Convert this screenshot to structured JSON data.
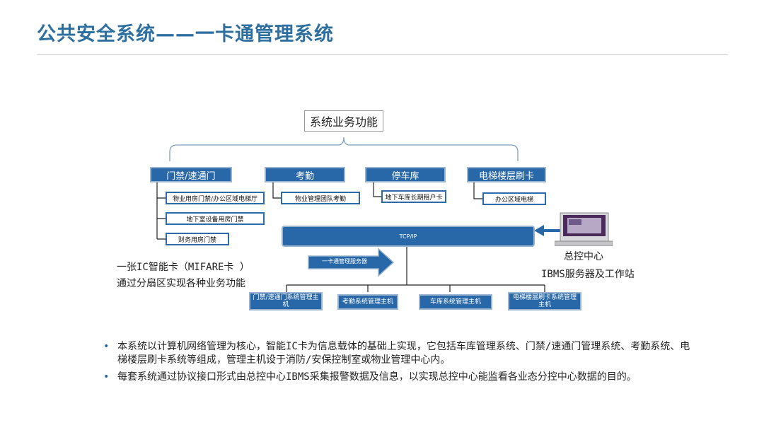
{
  "title": "公共安全系统——一卡通管理系统",
  "diagram": {
    "root": "系统业务功能",
    "categories": [
      "门禁/速通门",
      "考勤",
      "停车库",
      "电梯楼层刷卡"
    ],
    "sub_access": [
      "物业用房门禁/办公区域电梯厅",
      "地下室设备用房门禁",
      "财务用房门禁"
    ],
    "sub_attendance": "物业管理团队考勤",
    "sub_parking": "地下车库长期租户卡",
    "sub_elevator": "办公区域电梯",
    "tcp": "TCP/IP",
    "server": "一卡通管理服务器",
    "hosts": [
      "门禁/速通门系统管理主机",
      "考勤系统管理主机",
      "车库系统管理主机",
      "电梯楼层刷卡系统管理主机"
    ],
    "control_center": "总控中心",
    "ibms": "IBMS服务器及工作站",
    "card_line1": "一张IC智能卡（MIFARE卡 ）",
    "card_line2": "通过分扇区实现各种业务功能"
  },
  "bullets": [
    "本系统以计算机网络管理为核心，智能IC卡为信息载体的基础上实现，它包括车库管理系统、门禁/速通门管理系统、考勤系统、电梯楼层刷卡系统等组成，管理主机设于消防/安保控制室或物业管理中心内。",
    "每套系统通过协议接口形式由总控中心IBMS采集报警数据及信息，以实现总控中心能监看各业态分控中心数据的目的。"
  ],
  "colors": {
    "title": "#2d6f9f",
    "box": "#2868a8",
    "bullet": "#2868a8"
  }
}
